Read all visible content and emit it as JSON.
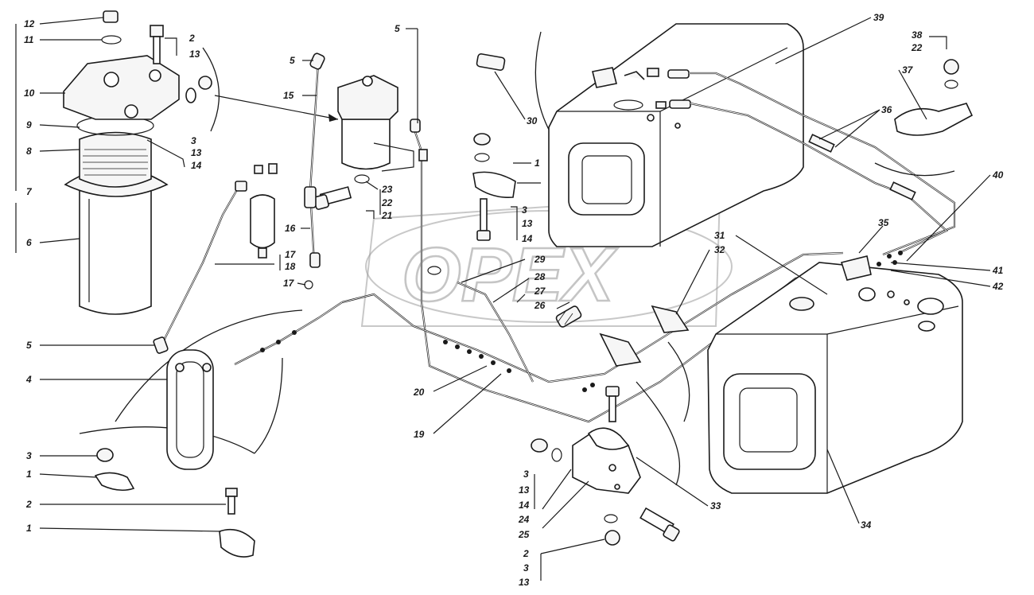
{
  "watermark": "OPEX",
  "callouts": [
    {
      "id": "c12",
      "text": "12"
    },
    {
      "id": "c11",
      "text": "11"
    },
    {
      "id": "c10",
      "text": "10"
    },
    {
      "id": "c9",
      "text": "9"
    },
    {
      "id": "c8",
      "text": "8"
    },
    {
      "id": "c7",
      "text": "7"
    },
    {
      "id": "c6",
      "text": "6"
    },
    {
      "id": "c5a",
      "text": "5"
    },
    {
      "id": "c4",
      "text": "4"
    },
    {
      "id": "c3a",
      "text": "3"
    },
    {
      "id": "c1a",
      "text": "1"
    },
    {
      "id": "c2a",
      "text": "2"
    },
    {
      "id": "c1b",
      "text": "1"
    },
    {
      "id": "c2b",
      "text": "2"
    },
    {
      "id": "c13a",
      "text": "13"
    },
    {
      "id": "c3b",
      "text": "3"
    },
    {
      "id": "c13b",
      "text": "13"
    },
    {
      "id": "c14a",
      "text": "14"
    },
    {
      "id": "c5b",
      "text": "5"
    },
    {
      "id": "c15",
      "text": "15"
    },
    {
      "id": "c16",
      "text": "16"
    },
    {
      "id": "c17a",
      "text": "17"
    },
    {
      "id": "c18",
      "text": "18"
    },
    {
      "id": "c17b",
      "text": "17"
    },
    {
      "id": "c23",
      "text": "23"
    },
    {
      "id": "c22a",
      "text": "22"
    },
    {
      "id": "c21",
      "text": "21"
    },
    {
      "id": "c5c",
      "text": "5"
    },
    {
      "id": "c20",
      "text": "20"
    },
    {
      "id": "c19",
      "text": "19"
    },
    {
      "id": "c30",
      "text": "30"
    },
    {
      "id": "c1c",
      "text": "1"
    },
    {
      "id": "c3c",
      "text": "3"
    },
    {
      "id": "c13c",
      "text": "13"
    },
    {
      "id": "c14b",
      "text": "14"
    },
    {
      "id": "c29",
      "text": "29"
    },
    {
      "id": "c28",
      "text": "28"
    },
    {
      "id": "c27",
      "text": "27"
    },
    {
      "id": "c26",
      "text": "26"
    },
    {
      "id": "c3d",
      "text": "3"
    },
    {
      "id": "c13d",
      "text": "13"
    },
    {
      "id": "c14c",
      "text": "14"
    },
    {
      "id": "c24",
      "text": "24"
    },
    {
      "id": "c25",
      "text": "25"
    },
    {
      "id": "c33",
      "text": "33"
    },
    {
      "id": "c2c",
      "text": "2"
    },
    {
      "id": "c3e",
      "text": "3"
    },
    {
      "id": "c13e",
      "text": "13"
    },
    {
      "id": "c39",
      "text": "39"
    },
    {
      "id": "c38",
      "text": "38"
    },
    {
      "id": "c22b",
      "text": "22"
    },
    {
      "id": "c37",
      "text": "37"
    },
    {
      "id": "c36",
      "text": "36"
    },
    {
      "id": "c40",
      "text": "40"
    },
    {
      "id": "c35",
      "text": "35"
    },
    {
      "id": "c31",
      "text": "31"
    },
    {
      "id": "c32",
      "text": "32"
    },
    {
      "id": "c41",
      "text": "41"
    },
    {
      "id": "c42",
      "text": "42"
    },
    {
      "id": "c34",
      "text": "34"
    }
  ]
}
